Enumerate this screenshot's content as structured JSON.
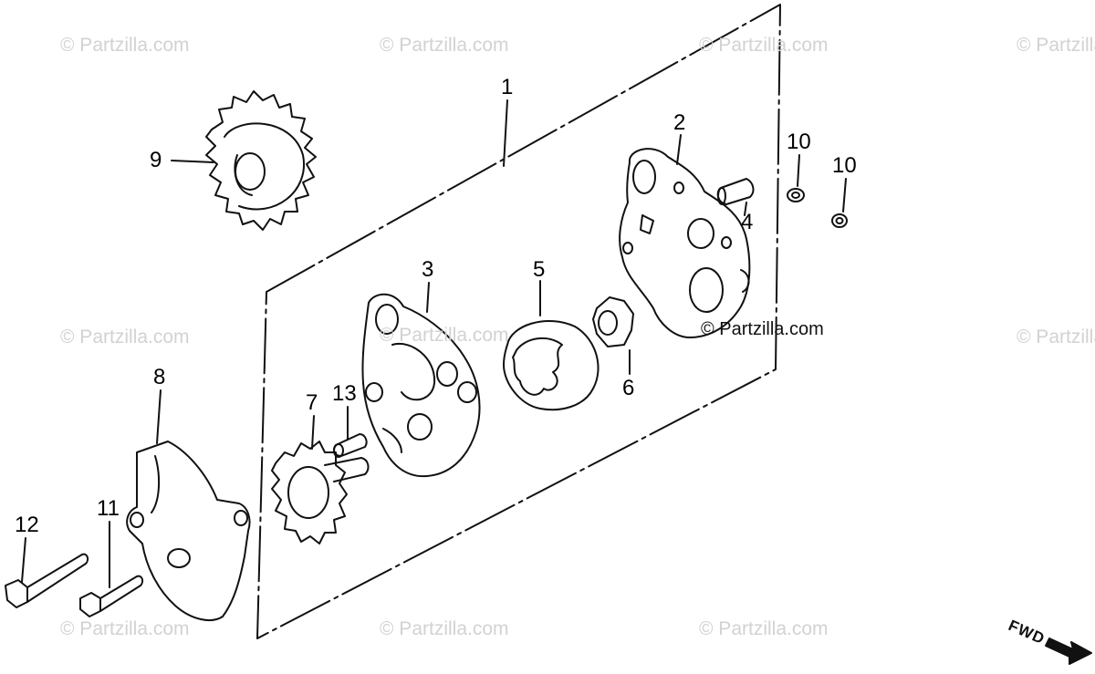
{
  "watermark": {
    "text": "© Partzilla.com"
  },
  "callouts": {
    "c1": "1",
    "c2": "2",
    "c3": "3",
    "c4": "4",
    "c5": "5",
    "c6": "6",
    "c7": "7",
    "c8": "8",
    "c9": "9",
    "c10a": "10",
    "c10b": "10",
    "c11": "11",
    "c12": "12",
    "c13": "13"
  },
  "fwd_label": "FWD",
  "colors": {
    "ink": "#111111",
    "watermark": "#d2d2d2",
    "background": "#ffffff"
  }
}
